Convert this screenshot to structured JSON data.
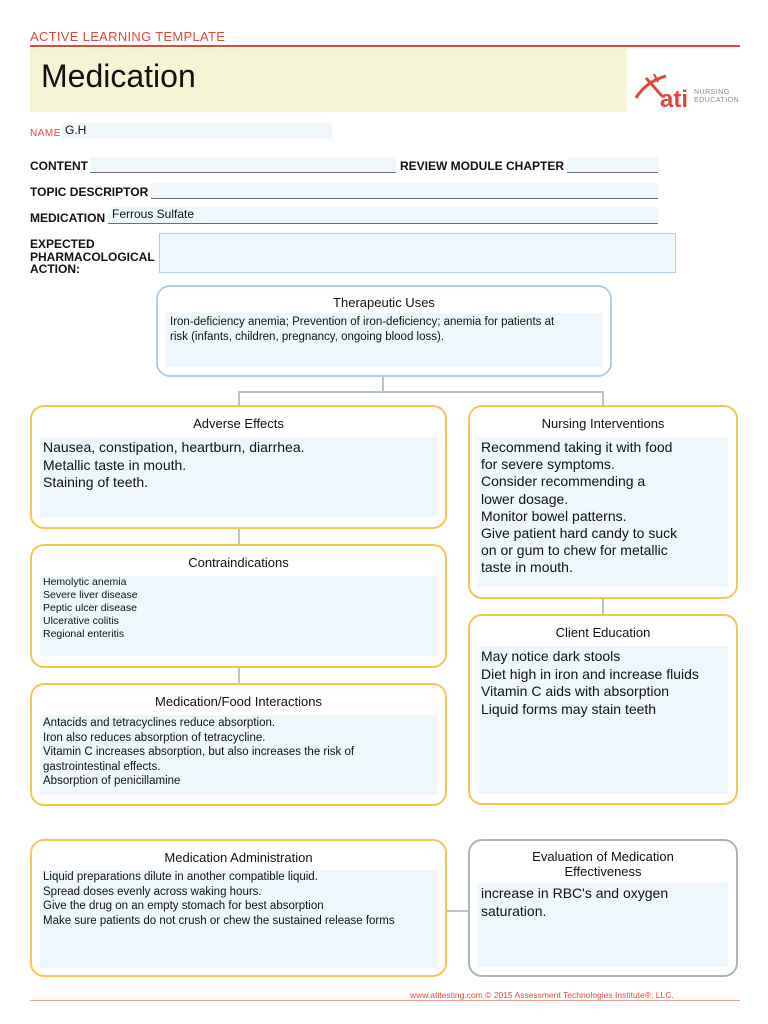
{
  "header": {
    "template_label": "ACTIVE LEARNING TEMPLATE",
    "title": "Medication",
    "logo_text": "ati",
    "logo_sub_1": "NURSING",
    "logo_sub_2": "EDUCATION"
  },
  "form": {
    "name_label": "NAME",
    "name_value": "G.H",
    "content_label": "CONTENT",
    "content_value": "",
    "review_label": "REVIEW MODULE CHAPTER",
    "review_value": "",
    "topic_label": "TOPIC DESCRIPTOR",
    "topic_value": "",
    "medication_label": "MEDICATION",
    "medication_value": "Ferrous Sulfate",
    "expected_label_1": "EXPECTED",
    "expected_label_2": "PHARMACOLOGICAL",
    "expected_label_3": "ACTION:",
    "expected_value": ""
  },
  "sections": {
    "therapeutic_uses": {
      "title": "Therapeutic Uses",
      "body": "Iron-deficiency anemia; Prevention of iron-deficiency; anemia for patients at\nrisk (infants, children, pregnancy, ongoing blood loss)."
    },
    "adverse_effects": {
      "title": "Adverse Effects",
      "body": "Nausea, constipation, heartburn, diarrhea.\nMetallic taste in mouth.\nStaining of teeth."
    },
    "nursing_interventions": {
      "title": "Nursing Interventions",
      "body": "Recommend taking it with food\nfor severe symptoms.\nConsider recommending a\nlower dosage.\nMonitor bowel patterns.\nGive patient hard candy to suck\non or gum to chew for metallic\ntaste in mouth."
    },
    "contraindications": {
      "title": "Contraindications",
      "body": "Hemolytic anemia\nSevere liver disease\nPeptic ulcer disease\nUlcerative colitis\nRegional enteritis"
    },
    "client_education": {
      "title": "Client Education",
      "body": "May notice dark stools\nDiet high in iron and increase fluids\nVitamin C aids with absorption\nLiquid forms may stain teeth"
    },
    "med_food_interactions": {
      "title": "Medication/Food Interactions",
      "body": "Antacids and tetracyclines reduce absorption.\nIron also reduces absorption of tetracycline.\nVitamin C increases absorption, but also increases the risk of\ngastrointestinal effects.\nAbsorption of penicillamine"
    },
    "med_administration": {
      "title": "Medication Administration",
      "body": "Liquid preparations dilute in another compatible liquid.\nSpread doses evenly across waking hours.\nGive the drug on an empty stomach for best absorption\nMake sure patients do not crush or chew the sustained release forms"
    },
    "evaluation": {
      "title_1": "Evaluation of Medication",
      "title_2": "Effectiveness",
      "body": "increase in RBC's and oxygen\nsaturation."
    }
  },
  "footer": {
    "text": "www.atitesting.com   © 2015 Assessment Technologies Institute®, LLC."
  },
  "colors": {
    "accent_red": "#e2483a",
    "title_bg": "#f5f5d3",
    "field_bg": "#eef7fb",
    "blue_border": "#a9d2e0",
    "yellow_border": "#f3c754",
    "gray_border": "#a8b7b4"
  }
}
